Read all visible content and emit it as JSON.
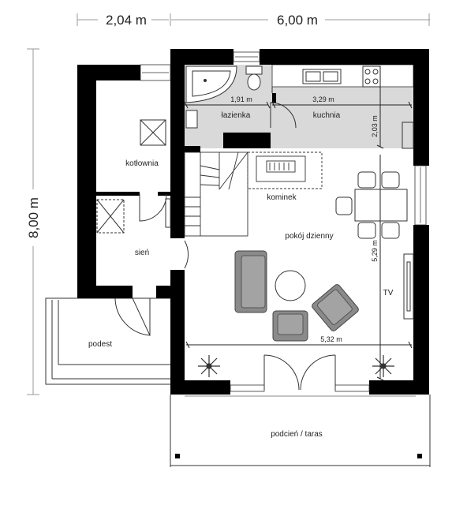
{
  "dimensions": {
    "top_left": "2,04 m",
    "top_right": "6,00 m",
    "side": "8,00 m",
    "bathroom_width": "1,91 m",
    "kitchen_width": "3,29 m",
    "kitchen_depth": "2,03 m",
    "living_depth": "5,29 m",
    "living_width": "5,32 m"
  },
  "rooms": {
    "bathroom": "łazienka",
    "kitchen": "kuchnia",
    "boiler_room": "kotłownia",
    "fireplace": "kominek",
    "living_room": "pokój dzienny",
    "vestibule": "sień",
    "landing": "podest",
    "tv": "TV",
    "terrace": "podcień / taras"
  },
  "colors": {
    "wall": "#000000",
    "wet_floor": "#d9d9d9",
    "line": "#222222",
    "furniture": "#8a8a8a",
    "furniture_dark": "#6e6e6e"
  }
}
